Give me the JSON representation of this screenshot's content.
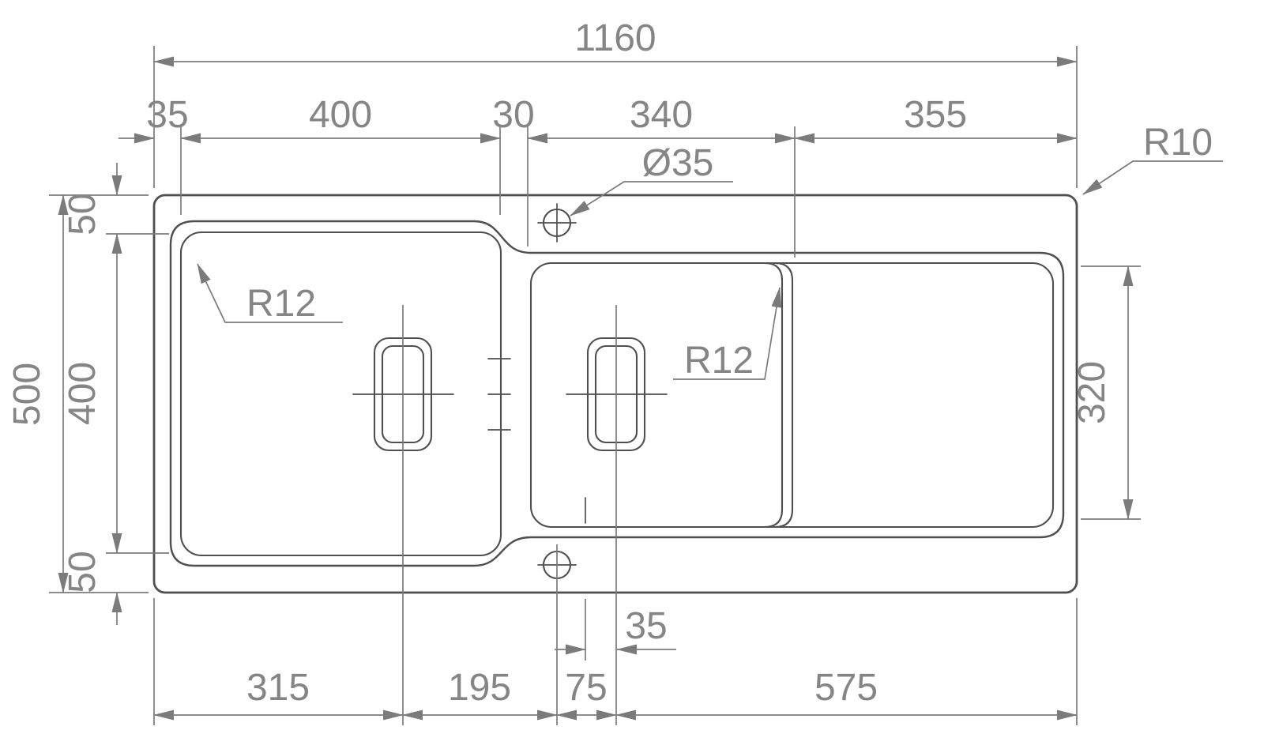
{
  "meta": {
    "title": "Kitchen sink dimension drawing (top view)",
    "background": "#ffffff"
  },
  "colors": {
    "geometry_line": "#4f4f4f",
    "dimension_line": "#7b7b7b",
    "dimension_text": "#858585"
  },
  "drawing": {
    "dims": {
      "overall_width": "1160",
      "overall_height": "500",
      "top": {
        "edge_to_bowl1": "35",
        "bowl1_width": "400",
        "divider": "30",
        "bowl2_width": "340",
        "drainer_width": "355"
      },
      "left": {
        "edge_to_bowl_top": "50",
        "bowl_height": "400",
        "bowl_to_edge_bottom": "50"
      },
      "right": {
        "drainer_height": "320"
      },
      "bottom": {
        "edge_to_drain1": "315",
        "drain1_to_taphole": "195",
        "taphole_to_drain2": "75",
        "drain2_to_edge": "575",
        "drain2_offset": "35"
      }
    },
    "annotations": {
      "taphole_diameter": "Ø35",
      "outer_corner_radius": "R10",
      "bowl1_corner_radius": "R12",
      "bowl2_corner_radius": "R12"
    }
  }
}
